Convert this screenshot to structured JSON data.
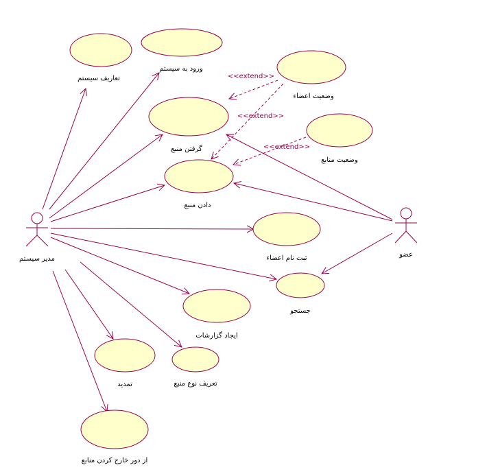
{
  "colors": {
    "usecase_fill": "#ffffcc",
    "line": "#99004c",
    "background": "#ffffff"
  },
  "actors": {
    "admin": {
      "label": "مدیر سیستم"
    },
    "member": {
      "label": "عضو"
    }
  },
  "usecases": {
    "definitions": "تعاریف سیستم",
    "login": "ورود به سیستم",
    "member_status": "وضعیت اعضاء",
    "borrow": "گرفتن منبع",
    "resource_status": "وضعیت منابع",
    "give": "دادن منبع",
    "register": "ثبت نام اعضاء",
    "search": "جستجو",
    "reports": "ایجاد گزارشات",
    "renew": "تمدید",
    "resource_type": "تعریف نوع منبع",
    "decommission": "از دور خارج کردن منابع"
  },
  "relations": {
    "extend_1": "<<extend>>",
    "extend_2": "<<extend>>",
    "extend_3": "<<extend>>"
  }
}
